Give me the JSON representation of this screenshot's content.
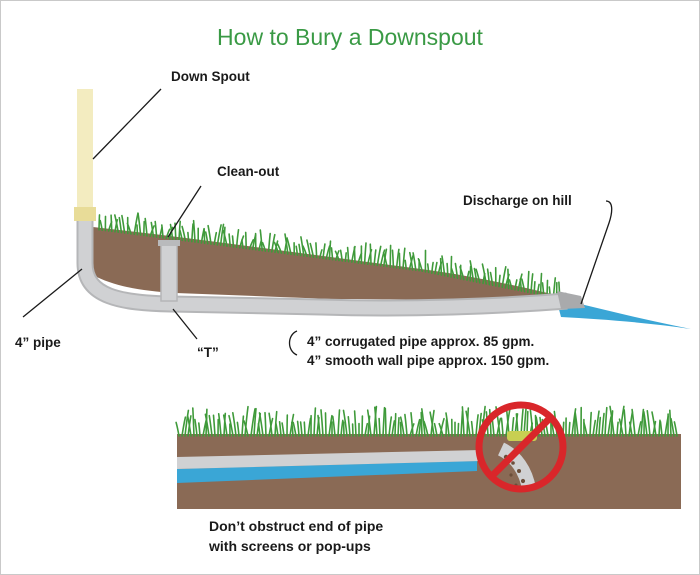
{
  "title": "How to Bury a Downspout",
  "labels": {
    "down_spout": "Down Spout",
    "clean_out": "Clean-out",
    "discharge": "Discharge on hill",
    "pipe_size": "4” pipe",
    "tee": "“T”",
    "corrugated": "4” corrugated pipe approx. 85 gpm.",
    "smooth": "4” smooth wall pipe approx. 150 gpm.",
    "warning_line1": "Don’t obstruct end of pipe",
    "warning_line2": "with screens or pop-ups"
  },
  "colors": {
    "title": "#3a9a45",
    "soil": "#8a6a55",
    "grass": "#3f9a3a",
    "pipe": "#c8c9cb",
    "spout": "#f3ecc0",
    "water": "#3aa6d6",
    "prohibition": "#d9262a"
  }
}
